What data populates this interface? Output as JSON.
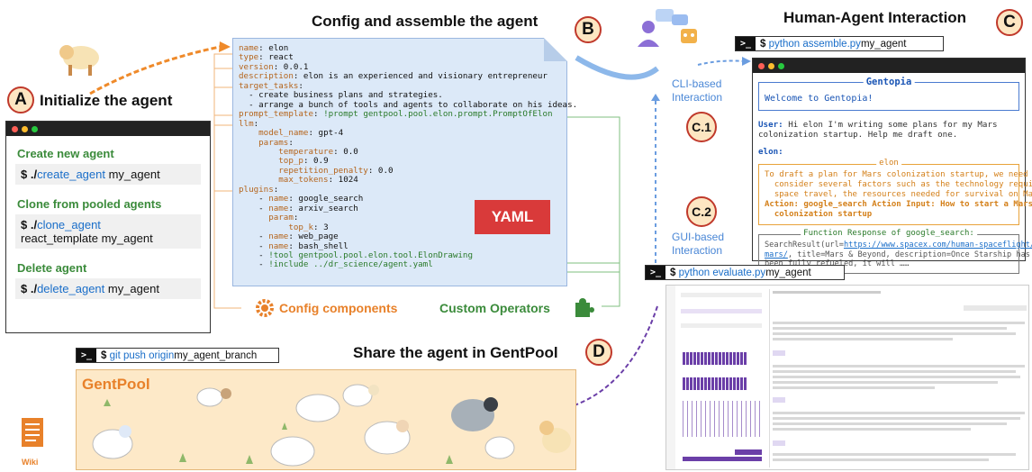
{
  "panel_a": {
    "badge": "A",
    "heading": "Initialize the agent",
    "sections": [
      {
        "title": "Create new agent",
        "cmd_prefix": "$ ./",
        "cmd_link": "create_agent",
        "cmd_suffix": " my_agent"
      },
      {
        "title": "Clone from pooled agents",
        "cmd_prefix": "$ ./",
        "cmd_link": "clone_agent",
        "cmd_line2": "react_template my_agent"
      },
      {
        "title": "Delete agent",
        "cmd_prefix": "$ ./",
        "cmd_link": "delete_agent",
        "cmd_suffix": " my_agent"
      }
    ]
  },
  "panel_b": {
    "badge": "B",
    "heading": "Config and assemble the agent",
    "yaml_lines": [
      [
        [
          "k",
          "name"
        ],
        [
          "t",
          ": elon"
        ]
      ],
      [
        [
          "k",
          "type"
        ],
        [
          "t",
          ": react"
        ]
      ],
      [
        [
          "k",
          "version"
        ],
        [
          "t",
          ": 0.0.1"
        ]
      ],
      [
        [
          "k",
          "description"
        ],
        [
          "t",
          ": elon is an experienced and visionary entrepreneur"
        ]
      ],
      [
        [
          "k",
          "target_tasks"
        ],
        [
          "t",
          ":"
        ]
      ],
      [
        [
          "t",
          "  - create business plans and strategies."
        ]
      ],
      [
        [
          "t",
          "  - arrange a bunch of tools and agents to collaborate on his ideas."
        ]
      ],
      [
        [
          "k",
          "prompt_template"
        ],
        [
          "t",
          ": "
        ],
        [
          "s",
          "!prompt gentpool.pool.elon.prompt.PromptOfElon"
        ]
      ],
      [
        [
          "k",
          "llm"
        ],
        [
          "t",
          ":"
        ]
      ],
      [
        [
          "t",
          "    "
        ],
        [
          "k",
          "model_name"
        ],
        [
          "t",
          ": gpt-4"
        ]
      ],
      [
        [
          "t",
          "    "
        ],
        [
          "k",
          "params"
        ],
        [
          "t",
          ":"
        ]
      ],
      [
        [
          "t",
          "        "
        ],
        [
          "k",
          "temperature"
        ],
        [
          "t",
          ": 0.0"
        ]
      ],
      [
        [
          "t",
          "        "
        ],
        [
          "k",
          "top_p"
        ],
        [
          "t",
          ": 0.9"
        ]
      ],
      [
        [
          "t",
          "        "
        ],
        [
          "k",
          "repetition_penalty"
        ],
        [
          "t",
          ": 0.0"
        ]
      ],
      [
        [
          "t",
          "        "
        ],
        [
          "k",
          "max_tokens"
        ],
        [
          "t",
          ": 1024"
        ]
      ],
      [
        [
          "k",
          "plugins"
        ],
        [
          "t",
          ":"
        ]
      ],
      [
        [
          "t",
          "    - "
        ],
        [
          "k",
          "name"
        ],
        [
          "t",
          ": google_search"
        ]
      ],
      [
        [
          "t",
          "    - "
        ],
        [
          "k",
          "name"
        ],
        [
          "t",
          ": arxiv_search"
        ]
      ],
      [
        [
          "t",
          "      "
        ],
        [
          "k",
          "param"
        ],
        [
          "t",
          ":"
        ]
      ],
      [
        [
          "t",
          "          "
        ],
        [
          "k",
          "top_k"
        ],
        [
          "t",
          ": 3"
        ]
      ],
      [
        [
          "t",
          "    - "
        ],
        [
          "k",
          "name"
        ],
        [
          "t",
          ": web_page"
        ]
      ],
      [
        [
          "t",
          "    - "
        ],
        [
          "k",
          "name"
        ],
        [
          "t",
          ": bash_shell"
        ]
      ],
      [
        [
          "t",
          "    - "
        ],
        [
          "s",
          "!tool gentpool.pool.elon.tool.ElonDrawing"
        ]
      ],
      [
        [
          "t",
          "    - "
        ],
        [
          "s",
          "!include ../dr_science/agent.yaml"
        ]
      ]
    ],
    "yaml_badge": "YAML",
    "config_components": "Config components",
    "custom_operators": "Custom Operators"
  },
  "panel_c": {
    "badge": "C",
    "heading": "Human-Agent Interaction",
    "cmd_prompt": ">_",
    "cmd_link": "python assemble.py",
    "cmd_suffix": " my_agent",
    "welcome_label": "Gentopia",
    "welcome_text": "Welcome to Gentopia!",
    "user_label": "User:",
    "user_text": " Hi elon I'm writing some plans for my Mars\ncolonization startup. Help me draft one.",
    "elon_label": "elon:",
    "elon_box_label": "elon",
    "elon_text": "To draft a plan for Mars colonization startup, we need  to\n  consider several factors such as the technology required for\n  space travel, the resources needed for survival on Mars,……",
    "elon_action": "Action: google_search Action Input: How to start a Mars\n  colonization startup",
    "func_label": "Function Response of google_search:",
    "func_prefix": "SearchResult(url=",
    "func_link": "https://www.spacex.com/human-spaceflight/",
    "func_link2": "mars/",
    "func_rest": ", title=Mars & Beyond, description=Once Starship has\nbeen fully refueled, it will ……",
    "c1_badge": "C.1",
    "c1_label": "CLI-based\nInteraction",
    "c2_badge": "C.2",
    "c2_label": "GUI-based\nInteraction",
    "gui_cmd_link": "python evaluate.py",
    "gui_cmd_suffix": " my_agent"
  },
  "panel_d": {
    "badge": "D",
    "heading": "Share the agent in GentPool",
    "cmd_link": "git push origin",
    "cmd_suffix": " my_agent_branch",
    "pool_title": "GentPool",
    "wiki_label": "Wiki"
  },
  "colors": {
    "accent_orange": "#e8812a",
    "green": "#3b8b3b",
    "link_blue": "#1a6ec9",
    "badge_red": "#d93a3a"
  }
}
